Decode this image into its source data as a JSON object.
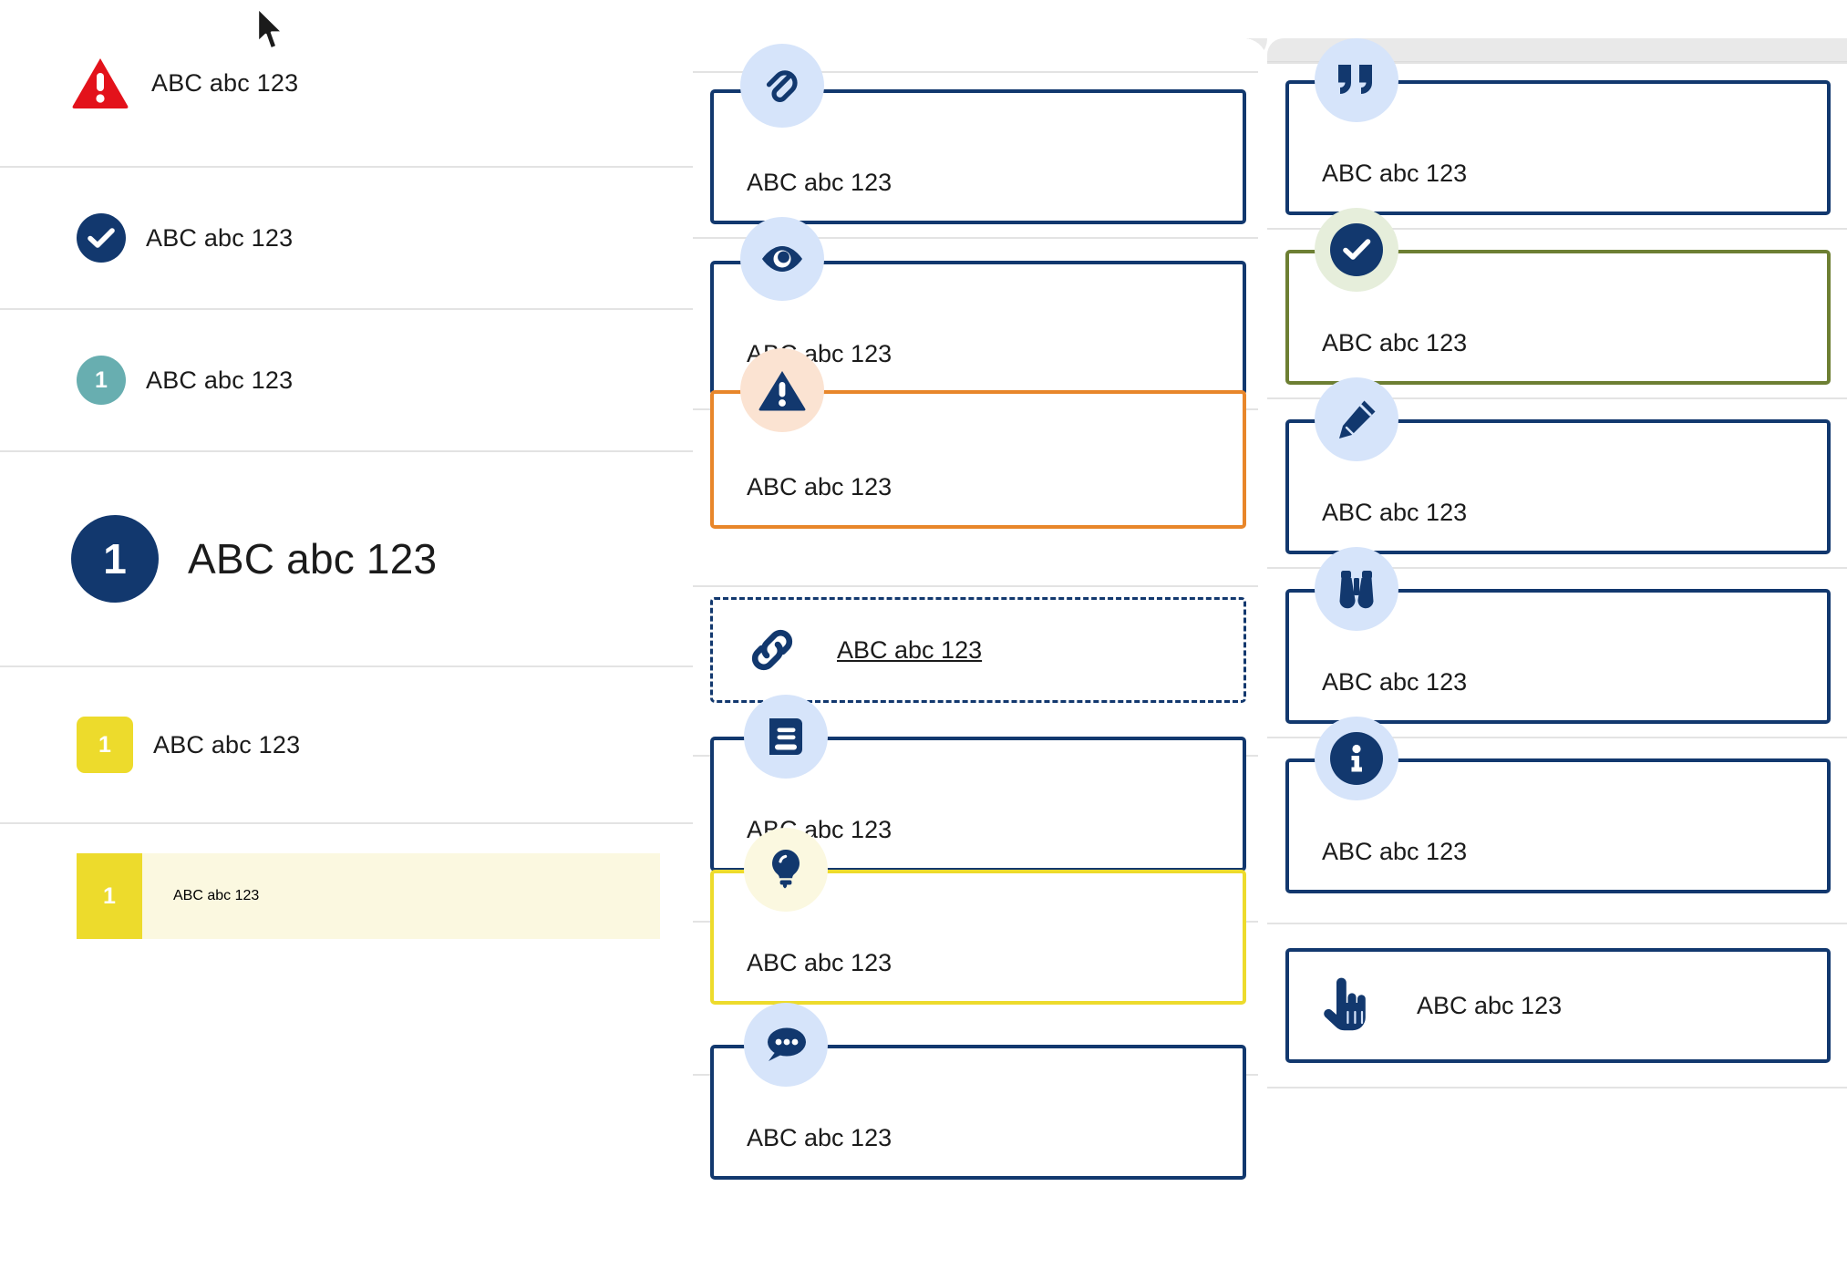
{
  "left_panel": {
    "rows": [
      {
        "id": "error-row",
        "marker_type": "triangle-warning",
        "marker_color": "#e3121b",
        "marker_text": "",
        "label": "ABC abc 123"
      },
      {
        "id": "success-row",
        "marker_type": "circle-check",
        "marker_color": "#12386e",
        "marker_text": "",
        "label": "ABC abc 123"
      },
      {
        "id": "teal-row",
        "marker_type": "circle-number",
        "marker_color": "#68aeb0",
        "marker_text": "1",
        "label": "ABC abc 123"
      },
      {
        "id": "hero-row",
        "marker_type": "circle-number",
        "marker_color": "#12386e",
        "marker_text": "1",
        "label": "ABC abc 123"
      },
      {
        "id": "yellow-row",
        "marker_type": "square-number",
        "marker_color": "#eddb2c",
        "marker_text": "1",
        "label": "ABC abc 123"
      },
      {
        "id": "highlight-row",
        "marker_type": "bar-number",
        "marker_color": "#eddb2c",
        "marker_text": "1",
        "label": "ABC abc 123",
        "highlight_bg": "#fbf8e0"
      }
    ]
  },
  "middle_column": {
    "cards": [
      {
        "id": "attachment-card",
        "icon": "paperclip-icon",
        "icon_bg": "#d6e4fa",
        "border_color": "#12386e",
        "style": "solid",
        "label": "ABC abc 123"
      },
      {
        "id": "preview-card",
        "icon": "eye-icon",
        "icon_bg": "#d6e4fa",
        "border_color": "#12386e",
        "style": "solid",
        "label": "ABC abc 123"
      },
      {
        "id": "warning-card",
        "icon": "warning-triangle-icon",
        "icon_bg": "#fbe3d2",
        "border_color": "#e8862a",
        "style": "solid",
        "label": "ABC abc 123"
      },
      {
        "id": "link-card",
        "icon": "chain-link-icon",
        "icon_bg": "none",
        "border_color": "#12386e",
        "style": "dashed",
        "label": "ABC abc 123"
      },
      {
        "id": "book-card",
        "icon": "book-icon",
        "icon_bg": "#d6e4fa",
        "border_color": "#12386e",
        "style": "solid",
        "label": "ABC abc 123"
      },
      {
        "id": "idea-card",
        "icon": "lightbulb-icon",
        "icon_bg": "#fbf8e0",
        "border_color": "#eddb2c",
        "style": "solid",
        "label": "ABC abc 123"
      },
      {
        "id": "comment-card",
        "icon": "speech-bubble-icon",
        "icon_bg": "#d6e4fa",
        "border_color": "#12386e",
        "style": "solid",
        "label": "ABC abc 123"
      }
    ]
  },
  "right_column": {
    "cards": [
      {
        "id": "quote-card",
        "icon": "quote-icon",
        "icon_bg": "#d6e4fa",
        "border_color": "#12386e",
        "style": "solid",
        "label": "ABC abc 123"
      },
      {
        "id": "approved-card",
        "icon": "circle-check-icon",
        "icon_bg": "#e6eedb",
        "border_color": "#6d7f33",
        "style": "solid",
        "label": "ABC abc 123"
      },
      {
        "id": "edit-card",
        "icon": "pencil-icon",
        "icon_bg": "#d6e4fa",
        "border_color": "#12386e",
        "style": "solid",
        "label": "ABC abc 123"
      },
      {
        "id": "explore-card",
        "icon": "binoculars-icon",
        "icon_bg": "#d6e4fa",
        "border_color": "#12386e",
        "style": "solid",
        "label": "ABC abc 123"
      },
      {
        "id": "info-card",
        "icon": "info-circle-icon",
        "icon_bg": "#d6e4fa",
        "border_color": "#12386e",
        "style": "solid",
        "label": "ABC abc 123"
      },
      {
        "id": "action-card",
        "icon": "pointing-hand-icon",
        "icon_bg": "none",
        "border_color": "#12386e",
        "style": "solid",
        "label": "ABC abc 123"
      }
    ]
  },
  "colors": {
    "navy": "#12386e",
    "red": "#e3121b",
    "orange": "#e8862a",
    "olive": "#6d7f33",
    "yellow": "#eddb2c",
    "teal": "#68aeb0",
    "icon_blue_bg": "#d6e4fa",
    "icon_peach_bg": "#fbe3d2",
    "icon_green_bg": "#e6eedb",
    "icon_yellow_bg": "#fbf8e0"
  }
}
